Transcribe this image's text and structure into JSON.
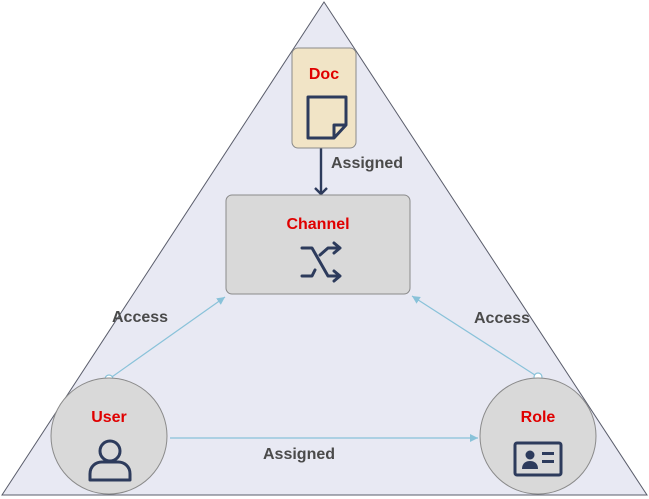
{
  "colors": {
    "triangle_fill": "#e8e9f3",
    "triangle_stroke": "#5a5d6b",
    "node_fill": "#d9d9d9",
    "node_stroke": "#8a8a8a",
    "doc_fill": "#f1e4c6",
    "label_red": "#e00000",
    "edge_text": "#4a4a4a",
    "icon_navy": "#2d3b5c",
    "access_arrow": "#89c2d9",
    "assigned_arrow": "#2d3b5c"
  },
  "nodes": {
    "doc": {
      "label": "Doc",
      "icon": "document-icon"
    },
    "channel": {
      "label": "Channel",
      "icon": "shuffle-icon"
    },
    "user": {
      "label": "User",
      "icon": "user-icon"
    },
    "role": {
      "label": "Role",
      "icon": "id-card-icon"
    }
  },
  "edges": {
    "doc_to_channel": {
      "label": "Assigned"
    },
    "user_to_channel": {
      "label": "Access"
    },
    "role_to_channel": {
      "label": "Access"
    },
    "user_to_role": {
      "label": "Assigned"
    }
  }
}
